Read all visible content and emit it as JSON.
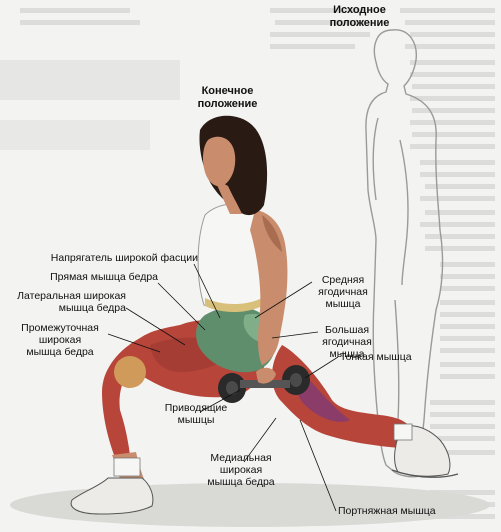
{
  "titles": {
    "start_line1": "Исходное",
    "start_line2": "положение",
    "end_line1": "Конечное",
    "end_line2": "положение"
  },
  "labels": {
    "tfl": "Напрягатель широкой фасции",
    "rectus_femoris": "Прямая мышца бедра",
    "vastus_lateralis_1": "Латеральная широкая",
    "vastus_lateralis_2": "мышца бедра",
    "vastus_intermedius_1": "Промежуточная",
    "vastus_intermedius_2": "широкая",
    "vastus_intermedius_3": "мышца бедра",
    "gluteus_medius_1": "Средняя",
    "gluteus_medius_2": "ягодичная",
    "gluteus_medius_3": "мышца",
    "gluteus_maximus_1": "Большая",
    "gluteus_maximus_2": "ягодичная",
    "gluteus_maximus_3": "мышца",
    "gracilis": "Тонкая мышца",
    "adductors_1": "Приводящие",
    "adductors_2": "мышцы",
    "vastus_medialis_1": "Медиальная",
    "vastus_medialis_2": "широкая",
    "vastus_medialis_3": "мышца бедра",
    "sartorius": "Портняжная мышца"
  },
  "colors": {
    "background": "#f3f3f1",
    "muscle_red": "#b8453a",
    "muscle_green": "#5f8e6c",
    "skin": "#c98d6d",
    "shirt": "#f6f6f4",
    "shoe": "#ececea",
    "dumbbell": "#2a2a2a"
  }
}
